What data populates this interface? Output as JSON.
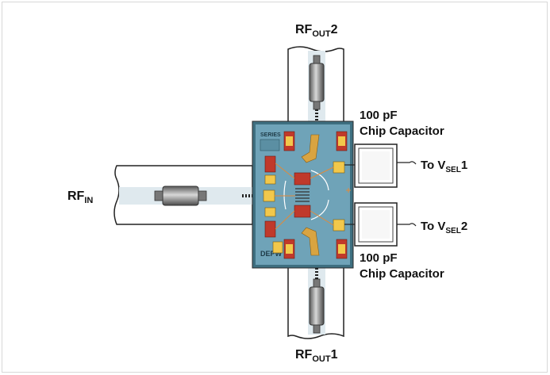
{
  "labels": {
    "rf_out2": {
      "main": "RF",
      "sub": "OUT",
      "suffix": "2"
    },
    "rf_out1": {
      "main": "RF",
      "sub": "OUT",
      "suffix": "1"
    },
    "rf_in": {
      "main": "RF",
      "sub": "IN"
    },
    "cap_top": {
      "line1": "100 pF",
      "line2": "Chip Capacitor"
    },
    "cap_bottom": {
      "line1": "100 pF",
      "line2": "Chip Capacitor"
    },
    "vsel1": {
      "prefix": "To V",
      "sub": "SEL",
      "suffix": "1"
    },
    "vsel2": {
      "prefix": "To V",
      "sub": "SEL",
      "suffix": "2"
    },
    "chip_top_text": "SERIES",
    "chip_bottom_text": "DEPW"
  },
  "colors": {
    "chip_body": "#6fa3b8",
    "chip_inner": "#4f8396",
    "pad_red": "#c0392b",
    "pad_yellow": "#f2c84b",
    "gold_trace": "#d9a441",
    "connector_grey": "#8a8a8a",
    "line": "#222222"
  }
}
